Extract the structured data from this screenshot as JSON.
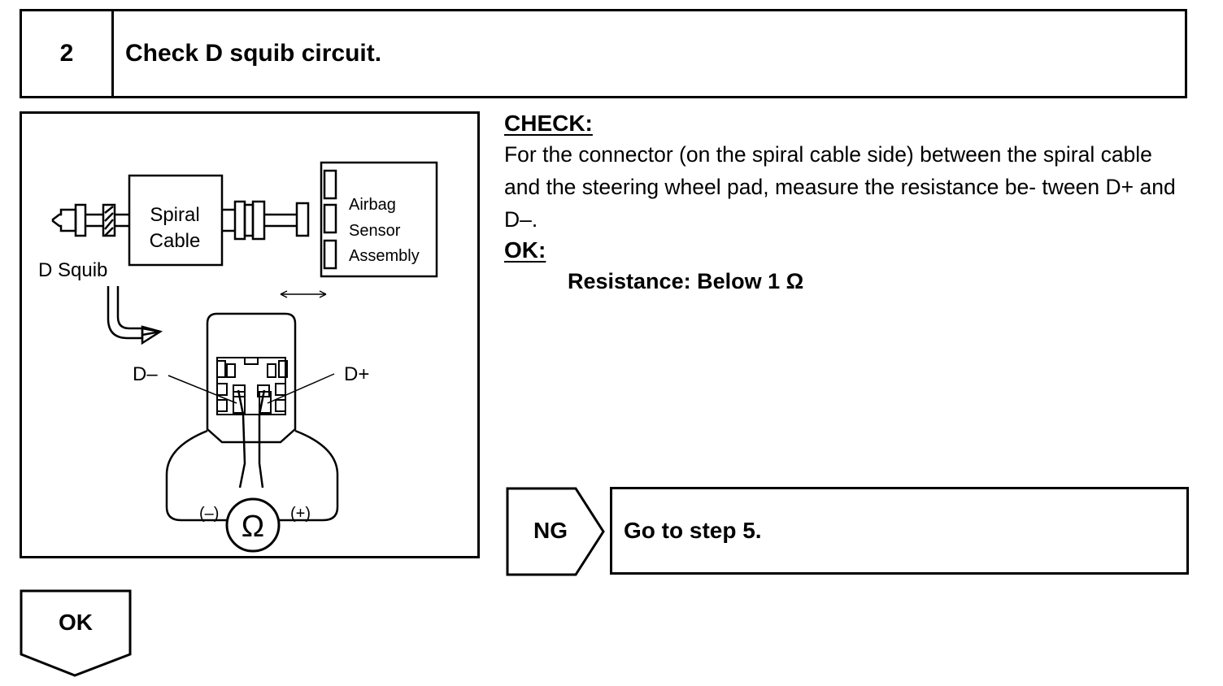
{
  "step": {
    "number": "2",
    "title": "Check D squib circuit."
  },
  "figure": {
    "labels": {
      "spiral_line1": "Spiral",
      "spiral_line2": "Cable",
      "airbag_line1": "Airbag",
      "airbag_line2": "Sensor",
      "airbag_line3": "Assembly",
      "d_squib": "D Squib",
      "d_minus": "D–",
      "d_plus": "D+",
      "meter_minus": "(–)",
      "meter_plus": "(+)",
      "ohm": "Ω",
      "arrows": "←→"
    }
  },
  "check": {
    "label": "CHECK:",
    "text": "For the connector (on the spiral cable side) between the spiral cable and the steering wheel pad, measure the resistance be- tween D+ and D–.",
    "ok_label": "OK:",
    "spec": "Resistance: Below 1 Ω"
  },
  "ng": {
    "label": "NG",
    "result": "Go to step 5."
  },
  "ok": {
    "label": "OK"
  }
}
